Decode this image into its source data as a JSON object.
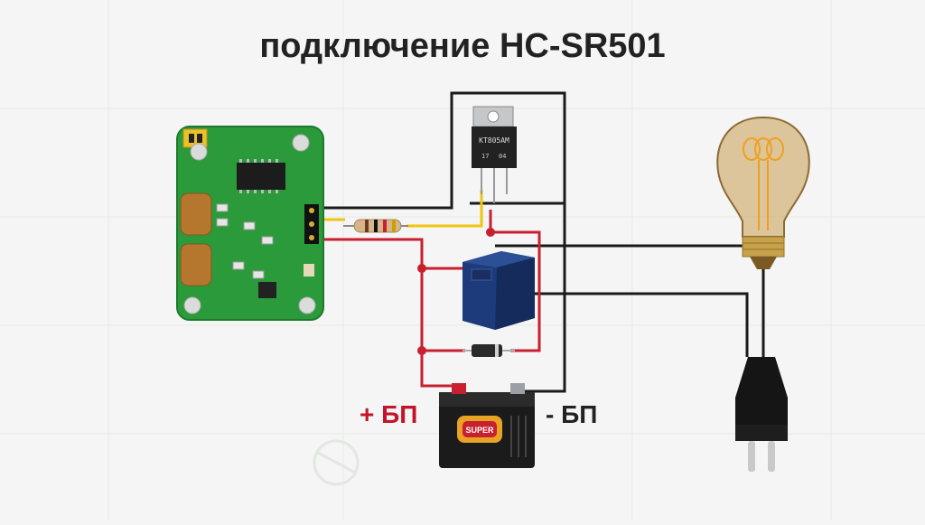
{
  "title": "подключение HC-SR501",
  "labels": {
    "plus_psu": "+ БП",
    "minus_psu": "- БП"
  },
  "transistor_marking": {
    "line1": "KT805AM",
    "line2": "17",
    "line3": "04"
  },
  "battery_brand": "SUPER",
  "colors": {
    "wire_black": "#1a1a1a",
    "wire_red": "#c8202f",
    "wire_yellow": "#f1c40f",
    "pcb_green": "#2a9a3a",
    "relay_blue": "#1d3b7a",
    "label_red": "#c4142b",
    "text_dark": "#222222",
    "watermark": "#e6e8e6"
  }
}
